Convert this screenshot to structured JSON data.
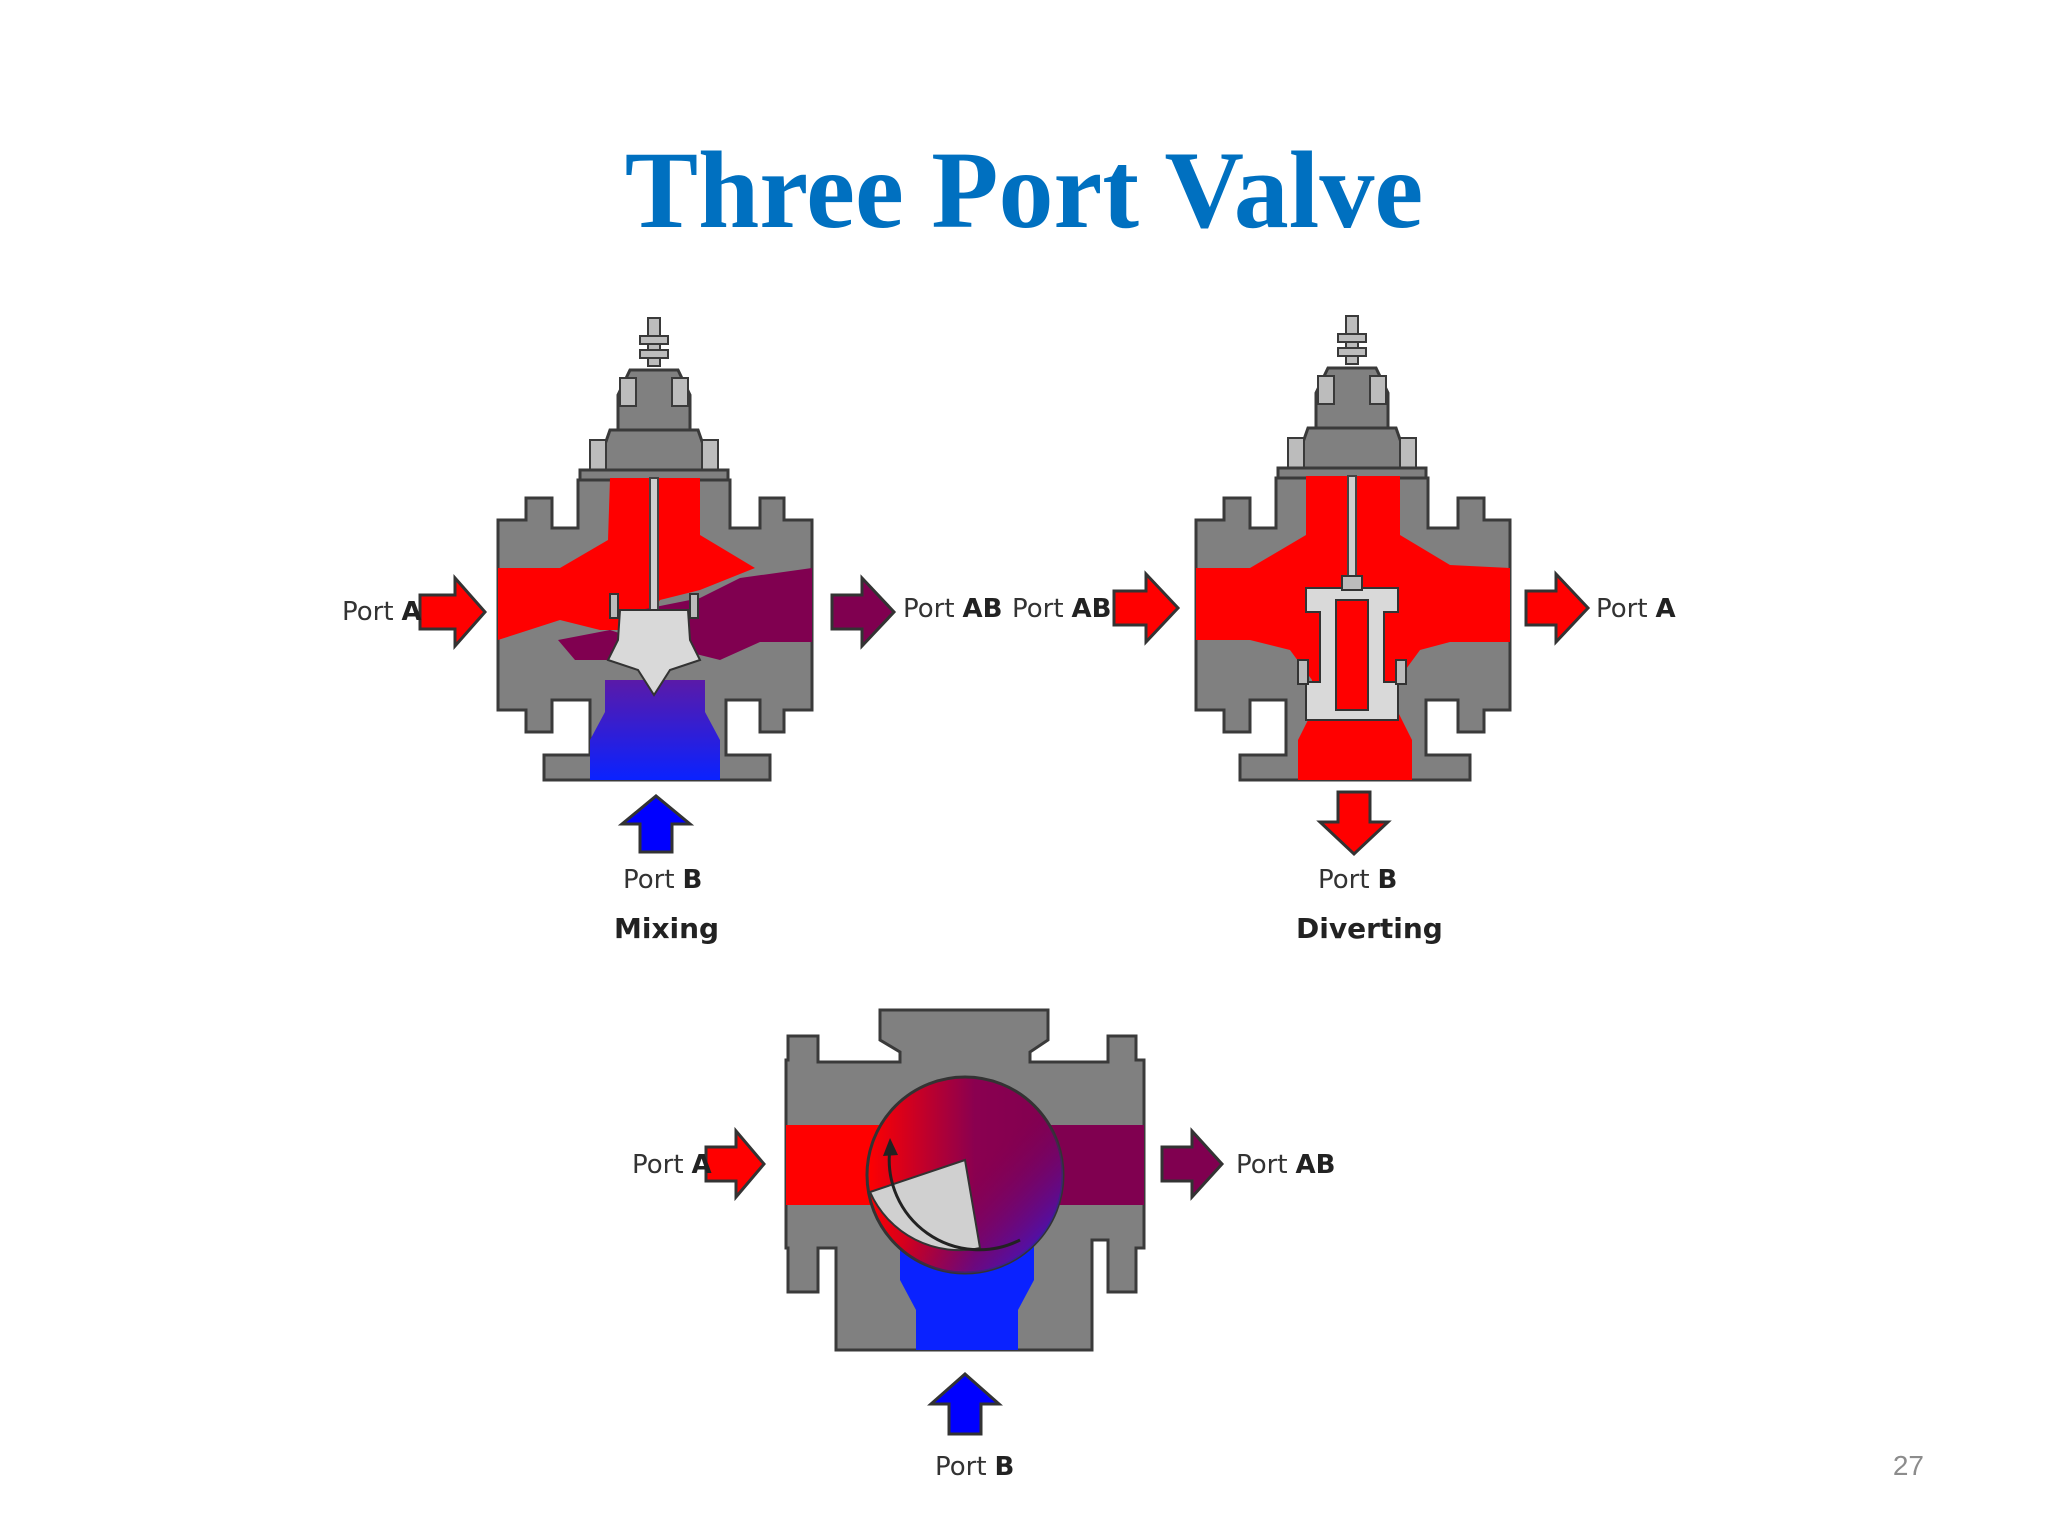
{
  "title": "Three Port Valve",
  "page_number": "27",
  "colors": {
    "title": "#0070c0",
    "hot": "#ff0000",
    "cold": "#0000ff",
    "mixed": "#800050",
    "metal": "#808080",
    "background": "#ffffff"
  },
  "diagrams": {
    "mixing": {
      "caption": "Mixing",
      "port_left": {
        "prefix": "Port",
        "name": "A"
      },
      "port_right": {
        "prefix": "Port",
        "name": "AB"
      },
      "port_bottom": {
        "prefix": "Port",
        "name": "B"
      }
    },
    "diverting": {
      "caption": "Diverting",
      "port_left": {
        "prefix": "Port",
        "name": "AB"
      },
      "port_right": {
        "prefix": "Port",
        "name": "A"
      },
      "port_bottom": {
        "prefix": "Port",
        "name": "B"
      }
    },
    "rotary": {
      "port_left": {
        "prefix": "Port",
        "name": "A"
      },
      "port_right": {
        "prefix": "Port",
        "name": "AB"
      },
      "port_bottom": {
        "prefix": "Port",
        "name": "B"
      }
    }
  }
}
